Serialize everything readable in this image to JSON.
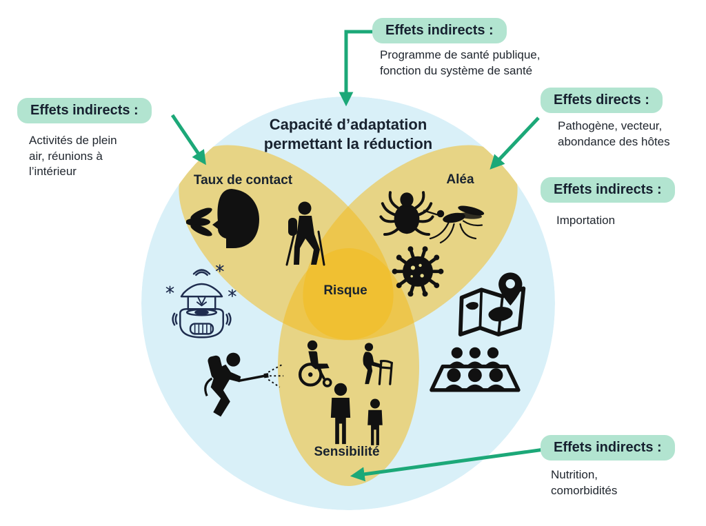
{
  "colors": {
    "pill_bg": "#B2E4D0",
    "arrow_green": "#1CA878",
    "circle_blue": "#D9F0F8",
    "ellipse_yellow": "#F3BA1A",
    "center_gold": "#F0C035",
    "text_dark": "#1B2433",
    "icon_black": "#111111",
    "outline_navy": "#1E2C4E"
  },
  "diagram": {
    "title_lines": [
      "Capacité d’adaptation",
      "permettant la réduction"
    ],
    "center_label": "Risque",
    "regions": {
      "taux_de_contact": {
        "label": "Taux de contact",
        "icons": [
          "coughing-person-icon",
          "hiker-icon"
        ]
      },
      "alea": {
        "label": "Aléa",
        "icons": [
          "tick-icon",
          "mosquito-icon",
          "virus-icon"
        ]
      },
      "sensibilite": {
        "label": "Sensibilité",
        "icons": [
          "wheelchair-user-icon",
          "walker-person-icon",
          "adult-icon",
          "child-icon"
        ]
      }
    },
    "context_icons": [
      "bug-zapper-lantern-icon",
      "insecticide-sprayer-icon",
      "map-location-icon",
      "community-meeting-icon"
    ]
  },
  "callouts": {
    "top": {
      "label": "Effets indirects :",
      "lines": [
        "Programme de santé publique,",
        "fonction du système de santé"
      ]
    },
    "left": {
      "label": "Effets indirects :",
      "lines": [
        "Activités de plein",
        "air, réunions à",
        "l’intérieur"
      ]
    },
    "right_direct": {
      "label": "Effets directs :",
      "lines": [
        "Pathogène, vecteur,",
        "abondance des hôtes"
      ]
    },
    "right_indirect": {
      "label": "Effets indirects :",
      "lines": [
        "Importation"
      ]
    },
    "bottom": {
      "label": "Effets indirects :",
      "lines": [
        "Nutrition,",
        "comorbidités"
      ]
    }
  }
}
